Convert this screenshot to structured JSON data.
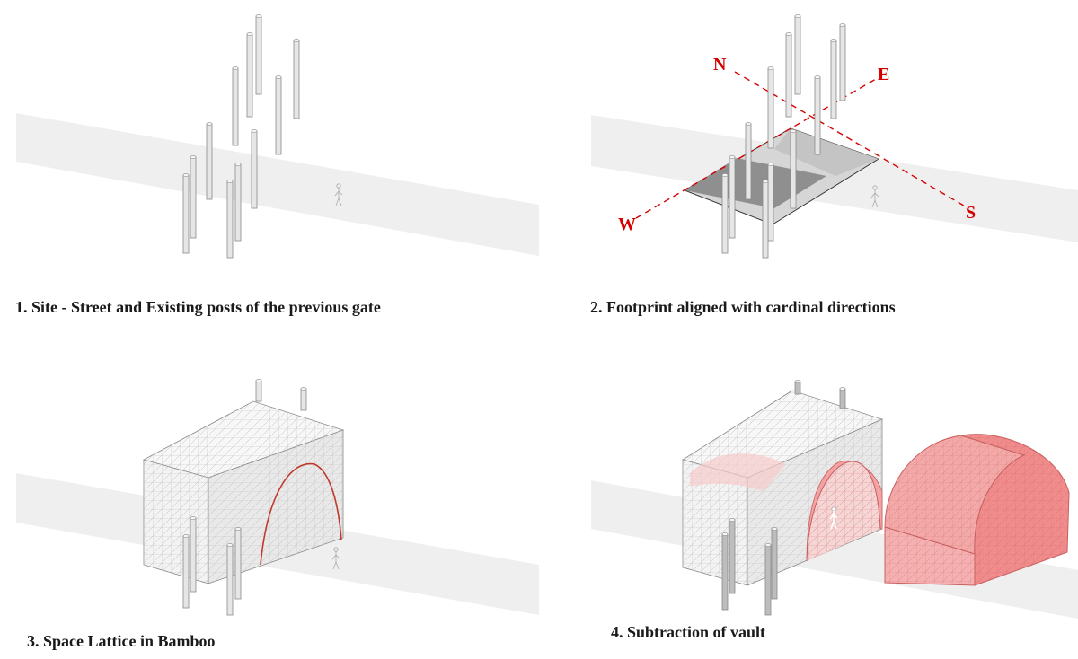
{
  "steps": [
    {
      "number": "1.",
      "caption": "Site - Street and Existing posts of the previous gate"
    },
    {
      "number": "2.",
      "caption": "Footprint aligned with cardinal directions"
    },
    {
      "number": "3.",
      "caption": "Space Lattice in Bamboo"
    },
    {
      "number": "4.",
      "caption": "Subtraction of vault"
    }
  ],
  "compass": {
    "north": "N",
    "east": "E",
    "south": "S",
    "west": "W"
  },
  "colors": {
    "street": "#efefef",
    "post_fill": "#e6e6e6",
    "post_stroke": "#8a8a8a",
    "compass_line": "#d40000",
    "footprint_dark": "#8f8f8f",
    "footprint_light": "#d6d6d6",
    "lattice_line": "#bfbfbf",
    "vault_fill": "#f3a3a3",
    "vault_line": "#c96060",
    "arch_curve": "#c0392b"
  }
}
